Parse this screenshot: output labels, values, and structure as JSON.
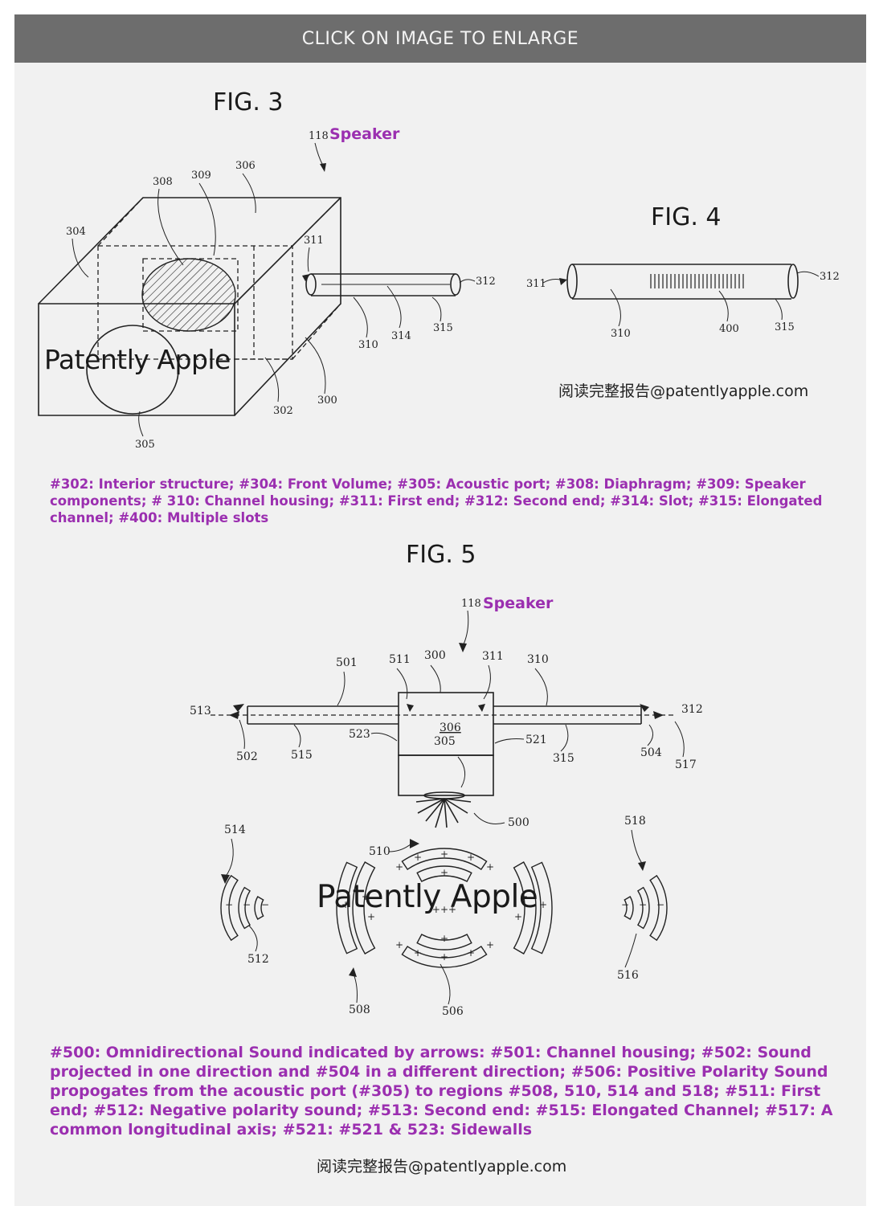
{
  "banner": {
    "text": "CLICK ON IMAGE TO ENLARGE"
  },
  "fig3": {
    "title": "FIG. 3",
    "speaker_ref": "118",
    "speaker_label": "Speaker",
    "watermark": "Patently Apple",
    "refs": {
      "r300": "300",
      "r302": "302",
      "r304": "304",
      "r305": "305",
      "r306": "306",
      "r308": "308",
      "r309": "309",
      "r310": "310",
      "r311": "311",
      "r312": "312",
      "r314": "314",
      "r315": "315"
    }
  },
  "fig4": {
    "title": "FIG. 4",
    "refs": {
      "r310": "310",
      "r311": "311",
      "r312": "312",
      "r315": "315",
      "r400": "400"
    }
  },
  "credit_top": "阅读完整报告@patentlyapple.com",
  "caption_top": "#302: Interior structure; #304: Front Volume; #305: Acoustic port; #308: Diaphragm; #309: Speaker components; # 310: Channel housing; #311: First end; #312: Second end; #314: Slot; #315: Elongated channel; #400: Multiple slots",
  "fig5": {
    "title": "FIG. 5",
    "speaker_ref": "118",
    "speaker_label": "Speaker",
    "watermark": "Patently Apple",
    "refs": {
      "r300": "300",
      "r305": "305",
      "r306": "306",
      "r310": "310",
      "r311": "311",
      "r312": "312",
      "r315": "315",
      "r500": "500",
      "r501": "501",
      "r502": "502",
      "r504": "504",
      "r506": "506",
      "r508": "508",
      "r510": "510",
      "r511": "511",
      "r512": "512",
      "r513": "513",
      "r514": "514",
      "r515": "515",
      "r516": "516",
      "r517": "517",
      "r518": "518",
      "r521": "521",
      "r523": "523"
    }
  },
  "caption_bottom": "#500: Omnidirectional Sound indicated by arrows: #501: Channel housing; #502: Sound projected in one direction and #504 in a different direction; #506: Positive Polarity Sound propogates from the acoustic port (#305) to regions #508, 510, 514 and 518; #511: First end; #512: Negative polarity sound; #513: Second end: #515: Elongated Channel; #517: A common longitudinal axis; #521: #521 & 523: Sidewalls",
  "credit_bottom": "阅读完整报告@patentlyapple.com",
  "colors": {
    "banner_bg": "#6d6d6d",
    "card_bg": "#f1f1f1",
    "caption": "#9b2fb0"
  }
}
